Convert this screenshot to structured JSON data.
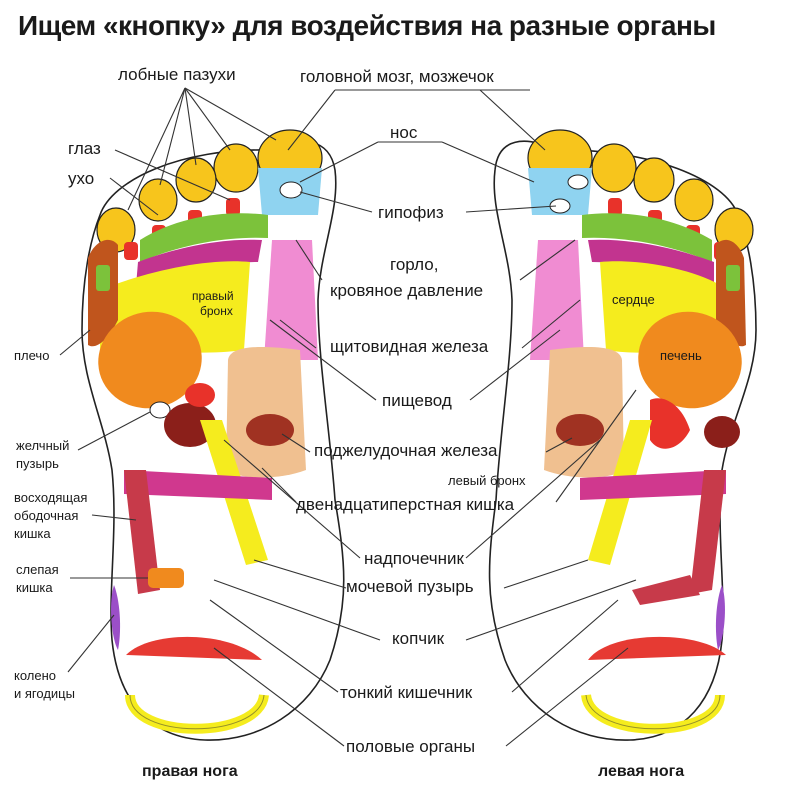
{
  "title": "Ищем «кнопку» для воздействия на разные органы",
  "labels": {
    "lobnye_pazukhi": "лобные пазухи",
    "glaz": "глаз",
    "ukho": "ухо",
    "pravyy_bronkh_1": "правый",
    "pravyy_bronkh_2": "бронх",
    "plecho": "плечо",
    "zhelchnyy_1": "желчный",
    "zhelchnyy_2": "пузырь",
    "voskh_1": "восходящая",
    "voskh_2": "ободочная",
    "voskh_3": "кишка",
    "slepaya_1": "слепая",
    "slepaya_2": "кишка",
    "koleno_1": "колено",
    "koleno_2": "и ягодицы",
    "golovnoy_mozg": "головной мозг, мозжечок",
    "nos": "нос",
    "gipofiz": "гипофиз",
    "gorlo_1": "горло,",
    "gorlo_2": "кровяное давление",
    "shchitovidnaya": "щитовидная железа",
    "pishchevod": "пищевод",
    "podzheludochnaya": "поджелудочная железа",
    "levyy_bronkh": "левый бронх",
    "dvenadtsatiperstnaya": "двенадцатиперстная кишка",
    "nadpochechnik": "надпочечник",
    "mochevoy": "мочевой пузырь",
    "kopchik": "копчик",
    "tonkiy": "тонкий кишечник",
    "polovye": "половые органы",
    "serdtse": "сердце",
    "pechen": "печень",
    "pravaya_noga": "правая нога",
    "levaya_noga": "левая нога"
  },
  "colors": {
    "toe_yellow": "#f7c51c",
    "eye_red": "#e8322a",
    "nose_blue": "#8fd3f0",
    "throat_pink": "#f08cd2",
    "green": "#7cc23b",
    "magenta": "#c2348f",
    "lemon": "#f5ec1e",
    "orange": "#f08a1e",
    "dark_red": "#8b1f1a",
    "tan": "#f0c090",
    "pink": "#e67ab0",
    "red": "#e63a33",
    "brown": "#b86a2a",
    "violet": "#9b4fc8",
    "crimson": "#c73a4a"
  }
}
